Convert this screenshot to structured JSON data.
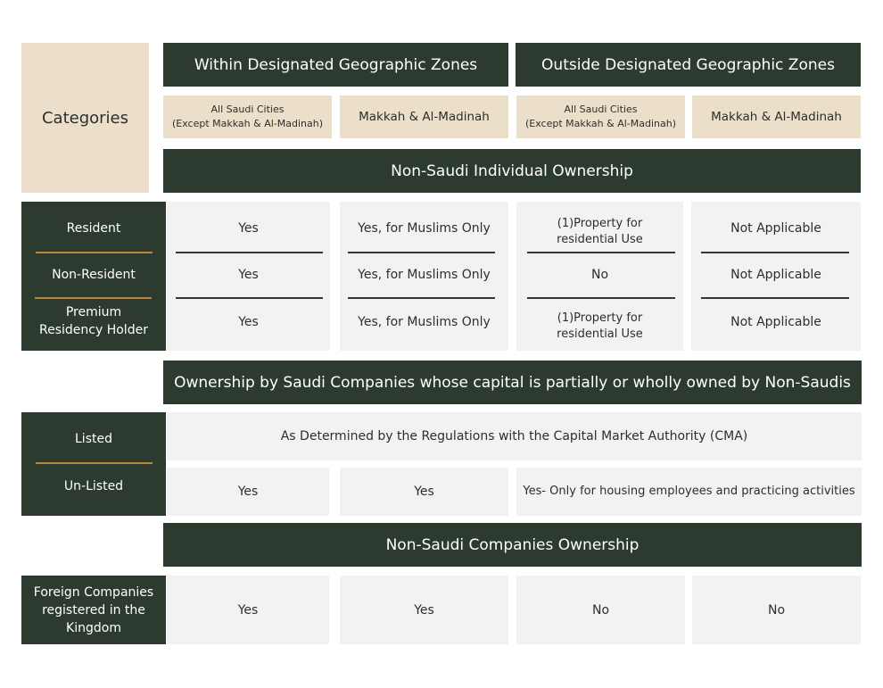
{
  "header": {
    "categories": "Categories",
    "within_zones": "Within Designated Geographic Zones",
    "outside_zones": "Outside Designated Geographic Zones",
    "subheaders": [
      "All Saudi Cities\n(Except Makkah & Al-Madinah)",
      "Makkah & Al-Madinah",
      "All Saudi Cities\n(Except Makkah & Al-Madinah)",
      "Makkah & Al-Madinah"
    ]
  },
  "individual": {
    "title": "Non-Saudi Individual Ownership",
    "rows": [
      {
        "label": "Resident",
        "cells": [
          "Yes",
          "Yes, for Muslims Only",
          "(1)Property for\nresidential Use",
          "Not Applicable"
        ]
      },
      {
        "label": "Non-Resident",
        "cells": [
          "Yes",
          "Yes, for Muslims Only",
          "No",
          "Not Applicable"
        ]
      },
      {
        "label": "Premium\nResidency Holder",
        "cells": [
          "Yes",
          "Yes, for Muslims Only",
          "(1)Property for\nresidential Use",
          "Not Applicable"
        ]
      }
    ]
  },
  "saudi_companies": {
    "title": "Ownership by Saudi Companies whose capital is partially or wholly owned by Non-Saudis",
    "listed": {
      "label": "Listed",
      "value": "As Determined by the Regulations with the Capital Market Authority (CMA)"
    },
    "unlisted": {
      "label": "Un-Listed",
      "cells": [
        "Yes",
        "Yes",
        "Yes- Only for housing employees and practicing activities"
      ]
    }
  },
  "foreign_companies": {
    "title": "Non-Saudi Companies Ownership",
    "label": "Foreign Companies\nregistered in the\nKingdom",
    "cells": [
      "Yes",
      "Yes",
      "No",
      "No"
    ]
  },
  "colors": {
    "dark_green": "#2c3a2f",
    "beige": "#ecdfca",
    "grey": "#f2f2f2",
    "gold": "#b8873a"
  }
}
